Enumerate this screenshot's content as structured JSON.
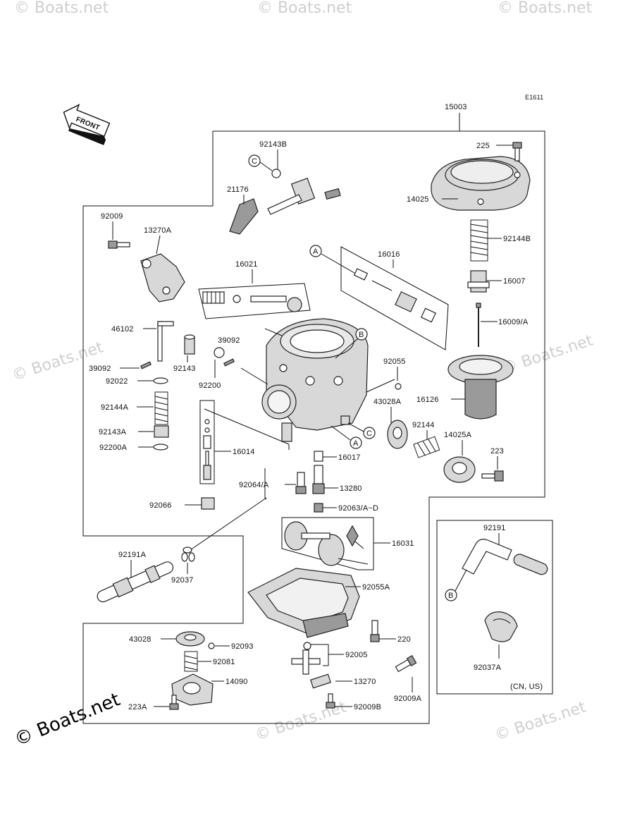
{
  "diagram_code": "E1611",
  "front_label": "FRONT",
  "watermark": "© Boats.net",
  "region_note": "(CN, US)",
  "callouts": {
    "A": "A",
    "B": "B",
    "C": "C"
  },
  "parts": {
    "p15003": "15003",
    "p225": "225",
    "p92143B": "92143B",
    "p21176": "21176",
    "p14025": "14025",
    "p92009": "92009",
    "p13270A": "13270A",
    "p92144B": "92144B",
    "p16016": "16016",
    "p16007": "16007",
    "p16021": "16021",
    "p16009A": "16009/A",
    "p46102": "46102",
    "p39092a": "39092",
    "p92143": "92143",
    "p39092b": "39092",
    "p92200": "92200",
    "p92022": "92022",
    "p92055": "92055",
    "p92144A": "92144A",
    "p43028A": "43028A",
    "p16126": "16126",
    "p92143A": "92143A",
    "p92144": "92144",
    "p14025A": "14025A",
    "p92200A": "92200A",
    "p16014": "16014",
    "p223": "223",
    "p16017": "16017",
    "p92064A": "92064/A",
    "p13280": "13280",
    "p92066": "92066",
    "p92063AD": "92063/A~D",
    "p92191": "92191",
    "p16031": "16031",
    "p92191A": "92191A",
    "p92037": "92037",
    "p92055A": "92055A",
    "p220": "220",
    "p43028": "43028",
    "p92093": "92093",
    "p92005": "92005",
    "p92081": "92081",
    "p92037A": "92037A",
    "p14090": "14090",
    "p13270": "13270",
    "p92009A": "92009A",
    "p223A": "223A",
    "p92009B": "92009B"
  }
}
